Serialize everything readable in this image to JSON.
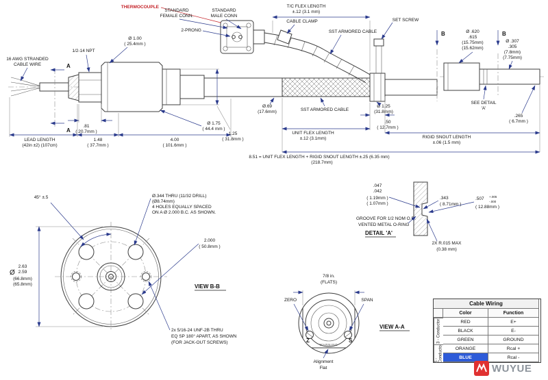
{
  "colors": {
    "line": "#3c3c3c",
    "dimension_blue": "#2a3a8c",
    "accent_red": "#c42127",
    "highlight_blue": "#2e5bd8",
    "brand_red": "#e03131",
    "brand_gray": "#8d949c"
  },
  "assembly": {
    "thermocouple_label": "THERMOCOUPLE",
    "female_conn_1": "STANDARD",
    "female_conn_2": "FEMALE CONN.",
    "male_conn_1": "STANDARD",
    "male_conn_2": "MALE CONN",
    "two_prong": "2-PRONG",
    "tc_flex_1": "T/C FLEX LENGTH",
    "tc_flex_2": "±.12 (3.1 mm)",
    "cable_clamp": "CABLE CLAMP",
    "sst_cable_top": "SST ARMORED CABLE",
    "set_screw": "SET SCREW",
    "section_b": "B",
    "section_a": "A",
    "dia620_1": "Ø .620",
    "dia620_2": ".615",
    "dia620_3": "(15.75mm)",
    "dia620_4": "(15.62mm)",
    "dia307_1": "Ø .307",
    "dia307_2": ".305",
    "dia307_3": "(7.8mm)",
    "dia307_4": "(7.75mm)",
    "awg_1": "16 AWG STRANDED",
    "awg_2": "CABLE WIRE",
    "npt": "1/2-14 NPT",
    "dia100_1": "Ø 1.00",
    "dia100_2": "( 25.4mm )",
    "dia69_1": "Ø.69",
    "dia69_2": "(17.6mm)",
    "sst_cable_mid": "SST ARMORED CABLE",
    "dia125_1": "Ø 1.25",
    "dia125_2": "(31.8mm)",
    "dim50_1": ".50",
    "dim50_2": "( 12.7mm )",
    "see_detail_1": "SEE DETAIL",
    "see_detail_2": "'A'",
    "dim265_1": ".265",
    "dim265_2": "( 6.7mm )",
    "dim81_1": ".81",
    "dim81_2": "( 20.7mm )",
    "lead_1": "LEAD LENGTH",
    "lead_2": "(42in ±2) (107cm)",
    "dim148_1": "1.48",
    "dim148_2": "( 37.7mm )",
    "dim400_1": "4.00",
    "dim400_2": "( 101.6mm )",
    "dia175_1": "Ø 1.75",
    "dia175_2": "( 44.4 mm )",
    "dim125_1": "1.25",
    "dim125_2": "( 31.8mm )",
    "unit_flex_1": "UNIT FLEX LENGTH",
    "unit_flex_2": "±.12 (3.1mm)",
    "rigid_1": "RIGID SNOUT LENGTH",
    "rigid_2": "±.06 (1.5 mm)",
    "overall_1": "8.51 = UNIT FLEX LENGTH + RIGID SNOUT LENGTH ±.25 (6.35 mm)",
    "overall_2": "(218.7mm)"
  },
  "view_bb": {
    "angle": "45° ±.5",
    "holes_1": "Ø.344 THRU (11/32 DRILL)",
    "holes_2": "(Ø8.74mm)",
    "holes_3": "4 HOLES EQUALLY SPACED",
    "holes_4": "ON A Ø 2.000 B.C. AS SHOWN.",
    "bc_1": "2.000",
    "bc_2": "( 50.8mm )",
    "od_dia": "Ø",
    "od_1": "2.63",
    "od_2": "2.59",
    "od_3": "(66.8mm)",
    "od_4": "(65.8mm)",
    "title": "VIEW B-B",
    "jack_1": "2x 5/16-24 UNF-2B THRU",
    "jack_2": "EQ SP 180° APART, AS SHOWN",
    "jack_3": "(FOR JACK-OUT SCREWS)"
  },
  "detail_a": {
    "groove_w_1": ".047",
    "groove_w_2": ".042",
    "groove_w_3": "( 1.19mm )",
    "groove_w_4": "( 1.07mm )",
    "root_1": ".343",
    "root_2": "( 8.71mm )",
    "od_1": ".507",
    "od_tol_1": "+.005",
    "od_tol_2": "-.000",
    "od_2": "( 12.88mm )",
    "groove_1": "GROOVE FOR 1/2 NOM O.D.",
    "groove_2": "VENTED METAL O-RING",
    "title": "DETAIL 'A'",
    "radius_1": "2X R.015 MAX",
    "radius_2": "(0.38 mm)"
  },
  "view_aa": {
    "flats_1": "7/8 in.",
    "flats_2": "(FLATS)",
    "zero": "ZERO",
    "span": "SPAN",
    "z": "Z",
    "s": "S",
    "warning": "WARNING",
    "title": "VIEW A-A",
    "align_1": "Alignment",
    "align_2": "Flat"
  },
  "wiring": {
    "title": "Cable Wiring",
    "col_color": "Color",
    "col_function": "Function",
    "group3": "3 - Conductor",
    "group5": "5 - Conductor",
    "rows": [
      {
        "color": "RED",
        "function": "E+"
      },
      {
        "color": "BLACK",
        "function": "E-"
      },
      {
        "color": "GREEN",
        "function": "GROUND"
      },
      {
        "color": "ORANGE",
        "function": "Rcal +"
      },
      {
        "color": "BLUE",
        "function": "Rcal -"
      }
    ]
  },
  "brand": {
    "name": "WUYUE"
  }
}
